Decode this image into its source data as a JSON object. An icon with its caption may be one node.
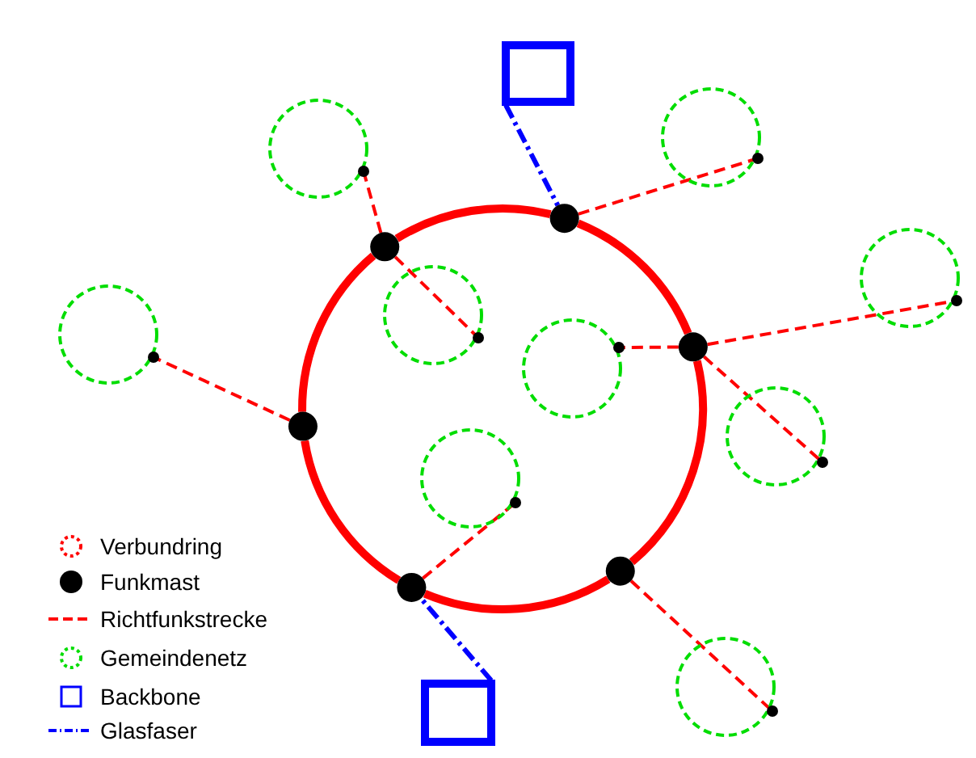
{
  "diagram": {
    "nodes": [
      {
        "text": [],
        "shape": "box"
      },
      {
        "text": [],
        "shape": "circle"
      },
      {
        "text": [],
        "shape": "circle"
      },
      {
        "text": [],
        "shape": "circle"
      },
      {
        "text": [],
        "shape": "circle"
      },
      {
        "text": [],
        "shape": "circle"
      },
      {
        "text": [],
        "shape": "circle"
      },
      {
        "text": [],
        "shape": "circle"
      },
      {
        "text": [],
        "shape": "circle"
      },
      {
        "text": [],
        "shape": "circle"
      },
      {
        "text": [],
        "shape": "circle"
      },
      {
        "text": [],
        "shape": "circle"
      },
      {
        "text": [],
        "shape": "circle"
      },
      {
        "text": [],
        "shape": "circle"
      },
      {
        "text": [],
        "shape": "circle"
      },
      {
        "text": [],
        "shape": "circle"
      },
      {
        "text": [],
        "shape": "box"
      }
    ],
    "edges": [
      {
        "from": 4,
        "to": 3,
        "arrow": "none",
        "style": "thick"
      },
      {
        "from": 3,
        "to": 8,
        "arrow": "none",
        "style": "thick"
      },
      {
        "from": 8,
        "to": 13,
        "arrow": "none",
        "style": "thick"
      },
      {
        "from": 13,
        "to": 14,
        "arrow": "none",
        "style": "thick"
      },
      {
        "from": 14,
        "to": 10,
        "arrow": "none",
        "style": "thick"
      },
      {
        "from": 10,
        "to": 4,
        "arrow": "none",
        "style": "thick"
      },
      {
        "from": 0,
        "to": 3,
        "arrow": "none",
        "style": "dashed",
        "color": "#0000ff"
      },
      {
        "from": 16,
        "to": 14,
        "arrow": "none",
        "style": "dashed",
        "color": "#0000ff"
      },
      {
        "from": 4,
        "to": 2,
        "arrow": "none",
        "style": "dashed"
      },
      {
        "from": 4,
        "to": 6,
        "arrow": "none",
        "style": "dashed"
      },
      {
        "from": 3,
        "to": 1,
        "arrow": "none",
        "style": "dashed"
      },
      {
        "from": 8,
        "to": 5,
        "arrow": "none",
        "style": "dashed"
      },
      {
        "from": 8,
        "to": 9,
        "arrow": "none",
        "style": "dashed"
      },
      {
        "from": 8,
        "to": 11,
        "arrow": "none",
        "style": "dashed"
      },
      {
        "from": 13,
        "to": 15,
        "arrow": "none",
        "style": "dashed"
      },
      {
        "from": 14,
        "to": 12,
        "arrow": "none",
        "style": "dashed"
      },
      {
        "from": 10,
        "to": 7,
        "arrow": "none",
        "style": "dashed"
      }
    ],
    "legend": [
      {
        "text": "Verbundring"
      },
      {
        "text": "Funkmast"
      },
      {
        "text": "Richtfunkstrecke"
      },
      {
        "text": "Gemeindenetz"
      },
      {
        "text": "Backbone"
      },
      {
        "text": "Glasfaser"
      }
    ]
  }
}
